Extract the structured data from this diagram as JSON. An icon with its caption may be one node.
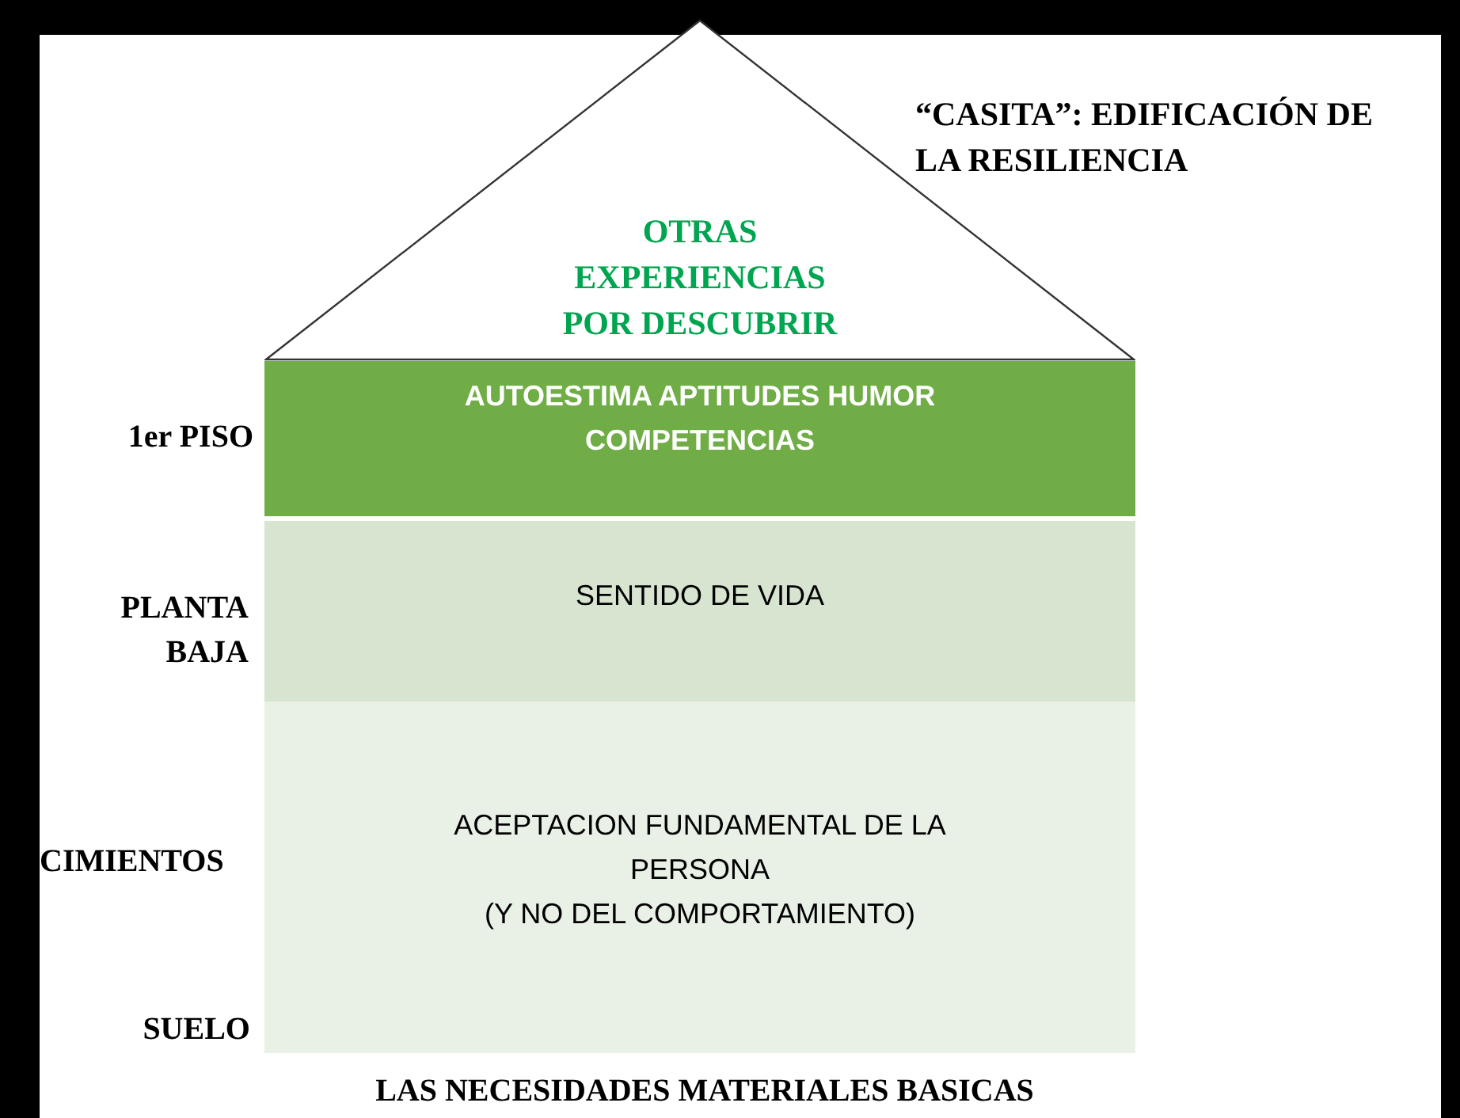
{
  "diagram": {
    "title": "“CASITA”:  EDIFICACIÓN DE LA RESILIENCIA",
    "nodes": [
      {
        "text": [
          "OTRAS EXPERIENCIAS POR DESCUBRIR"
        ]
      },
      {
        "text": [
          "AUTOESTIMA APTITUDES HUMOR COMPETENCIAS"
        ]
      },
      {
        "text": [
          "SENTIDO DE VIDA"
        ]
      },
      {
        "text": [
          "ACEPTACION FUNDAMENTAL DE LA PERSONA",
          "(Y NO DEL COMPORTAMIENTO)"
        ]
      }
    ],
    "edges": [],
    "labels": [
      "1er PISO",
      "PLANTA BAJA",
      "CIMIENTOS",
      "SUELO",
      "LAS NECESIDADES MATERIALES BASICAS"
    ]
  }
}
